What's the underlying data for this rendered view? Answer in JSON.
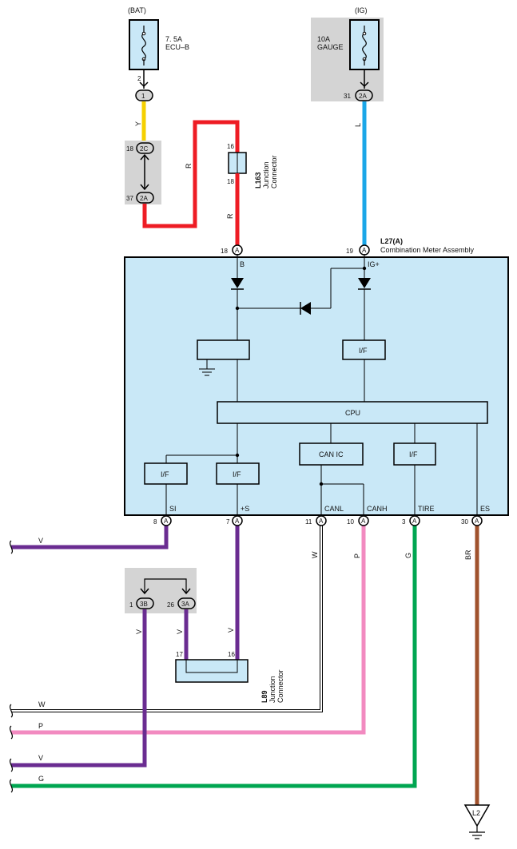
{
  "power": {
    "bat": {
      "label": "(BAT)",
      "fuse_rating": "7. 5A",
      "fuse_name": "ECU–B",
      "pin": "2",
      "connector": "1"
    },
    "ig": {
      "label": "(IG)",
      "fuse_rating": "10A",
      "fuse_name": "GAUGE",
      "pin": "31",
      "connector": "2A"
    }
  },
  "junction_block_top": {
    "pin_top": "18",
    "conn_top": "2C",
    "pin_bottom": "37",
    "conn_bottom": "2A"
  },
  "l163": {
    "id": "L163",
    "name1": "Junction",
    "name2": "Connector",
    "pin_top": "16",
    "pin_bottom": "18"
  },
  "meter": {
    "id": "L27(A)",
    "name": "Combination Meter Assembly",
    "pin_b_num": "18",
    "pin_b_conn": "A",
    "pin_b_label": "B",
    "pin_ig_num": "19",
    "pin_ig_conn": "A",
    "pin_ig_label": "IG+",
    "if_label": "I/F",
    "cpu_label": "CPU",
    "can_ic_label": "CAN IC",
    "terminals": [
      {
        "label": "SI",
        "num": "8",
        "conn": "A"
      },
      {
        "label": "+S",
        "num": "7",
        "conn": "A"
      },
      {
        "label": "CANL",
        "num": "11",
        "conn": "A"
      },
      {
        "label": "CANH",
        "num": "10",
        "conn": "A"
      },
      {
        "label": "TIRE",
        "num": "3",
        "conn": "A"
      },
      {
        "label": "ES",
        "num": "30",
        "conn": "A"
      }
    ]
  },
  "junction_block_bottom": {
    "pin1": "1",
    "conn1": "3B",
    "pin2": "26",
    "conn2": "3A"
  },
  "l89": {
    "id": "L89",
    "name1": "Junction",
    "name2": "Connector",
    "pin_left": "17",
    "pin_right": "16"
  },
  "wire_colors": {
    "y": "Y",
    "r": "R",
    "l": "L",
    "v": "V",
    "w": "W",
    "p": "P",
    "g": "G",
    "br": "BR"
  },
  "ground": {
    "id": "L2"
  },
  "colors": {
    "yellow": "#f5d000",
    "red": "#ee1c24",
    "blue": "#1ba7e8",
    "purple": "#6a2c91",
    "pink": "#f28ac0",
    "green": "#00a651",
    "brown": "#a0522d",
    "meter_fill": "#c9e8f7",
    "gray_block": "#d4d4d4"
  }
}
